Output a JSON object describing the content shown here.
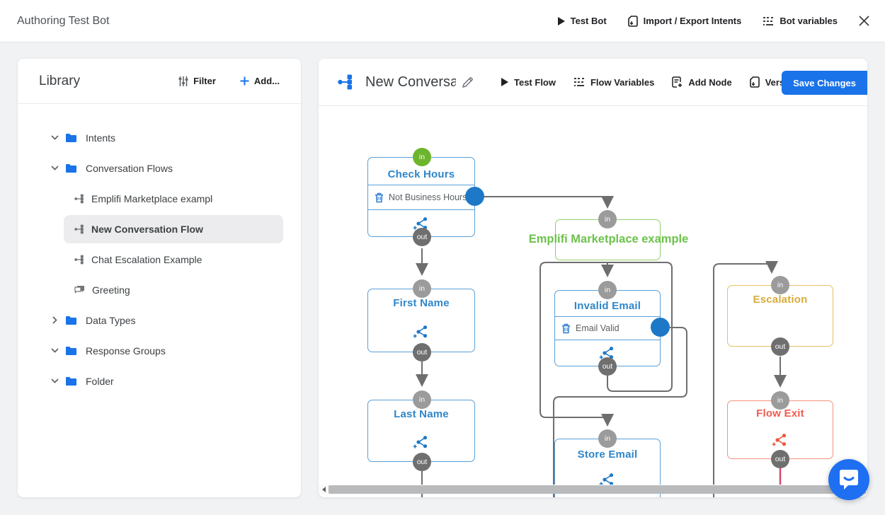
{
  "topbar": {
    "title": "Authoring Test Bot",
    "test_bot": "Test Bot",
    "import_export": "Import / Export Intents",
    "bot_variables": "Bot variables"
  },
  "library": {
    "title": "Library",
    "filter": "Filter",
    "add": "Add...",
    "tree": [
      {
        "label": "Intents"
      },
      {
        "label": "Conversation Flows"
      },
      {
        "label": "Emplifi Marketplace example"
      },
      {
        "label": "New Conversation Flow"
      },
      {
        "label": "Chat Escalation Example"
      },
      {
        "label": "Greeting"
      },
      {
        "label": "Data Types"
      },
      {
        "label": "Response Groups"
      },
      {
        "label": "Folder"
      }
    ]
  },
  "editor": {
    "title": "New Conversation Flow",
    "test_flow": "Test Flow",
    "flow_variables": "Flow Variables",
    "add_node": "Add Node",
    "versions": "Versions",
    "save": "Save Changes"
  },
  "flow": {
    "ports": {
      "in": "in",
      "out": "out"
    },
    "nodes": {
      "check_hours": {
        "title": "Check Hours",
        "condition": "Not Business Hours"
      },
      "emplifi": {
        "title": "Emplifi Marketplace example"
      },
      "first_name": {
        "title": "First Name"
      },
      "last_name": {
        "title": "Last Name"
      },
      "invalid_email": {
        "title": "Invalid Email",
        "condition": "Email Valid"
      },
      "store_email": {
        "title": "Store Email"
      },
      "escalation": {
        "title": "Escalation"
      },
      "flow_exit": {
        "title": "Flow Exit"
      }
    }
  },
  "colors": {
    "accent_blue": "#1a73e8",
    "node_blue": "#5b9fd6",
    "node_green": "#8ed06c",
    "node_gold": "#e5bf63",
    "node_red": "#f5917c",
    "in_green": "#6cb52d",
    "port_gray": "#9b9b9b",
    "out_gray": "#6f6f6f",
    "connector_gray": "#6e6e6e",
    "connection_dot_blue": "#1d79c7",
    "exit_line_red": "#d5476d",
    "intercom_blue": "#1f6ff2"
  }
}
